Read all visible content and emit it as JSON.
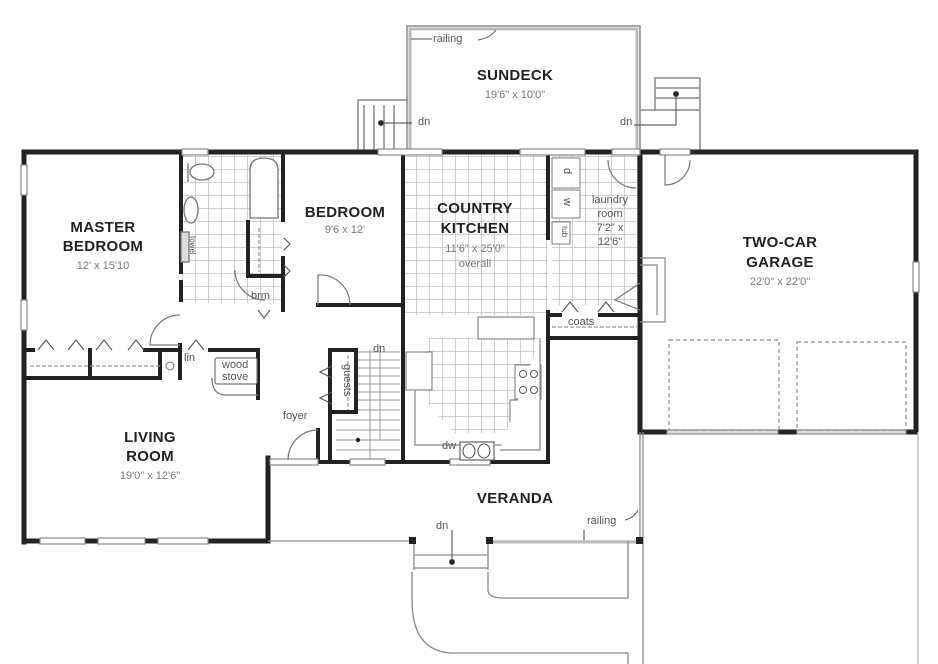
{
  "colors": {
    "wall": "#222222",
    "line": "#8a8a8a",
    "tile": "#b5b5b5",
    "text": "#222222",
    "dim_text": "#7a7a7a",
    "background": "#ffffff"
  },
  "rooms": {
    "sundeck": {
      "name": "SUNDECK",
      "size": "19'6\" x 10'0\""
    },
    "master_bedroom": {
      "name_line1": "MASTER",
      "name_line2": "BEDROOM",
      "size": "12' x 15'10"
    },
    "bedroom": {
      "name": "BEDROOM",
      "size": "9'6 x 12'"
    },
    "country_kitchen": {
      "name_line1": "COUNTRY",
      "name_line2": "KITCHEN",
      "size": "11'6\" x 25'0\"",
      "note": "overall"
    },
    "laundry_room": {
      "name_line1": "laundry",
      "name_line2": "room",
      "size_line1": "7'2\" x",
      "size_line2": "12'6\""
    },
    "garage": {
      "name_line1": "TWO-CAR",
      "name_line2": "GARAGE",
      "size": "22'0\" x 22'0\""
    },
    "living_room": {
      "name_line1": "LIVING",
      "name_line2": "ROOM",
      "size": "19'0\" x 12'6\""
    },
    "veranda": {
      "name": "VERANDA"
    },
    "foyer": {
      "name": "foyer"
    }
  },
  "fixtures": {
    "railing_top": "railing",
    "railing_bottom": "railing",
    "stairs_down_left": "dn",
    "stairs_down_right": "dn",
    "stairs_down_interior": "dn",
    "stairs_down_veranda": "dn",
    "towel": "towel",
    "broom_closet": "brm",
    "linen_closet": "lin",
    "wood_stove_line1": "wood",
    "wood_stove_line2": "stove",
    "guests_closet": "guests",
    "coats_closet": "coats",
    "dryer": "d",
    "washer": "w",
    "laundry_tub": "tub",
    "dishwasher": "dw"
  }
}
